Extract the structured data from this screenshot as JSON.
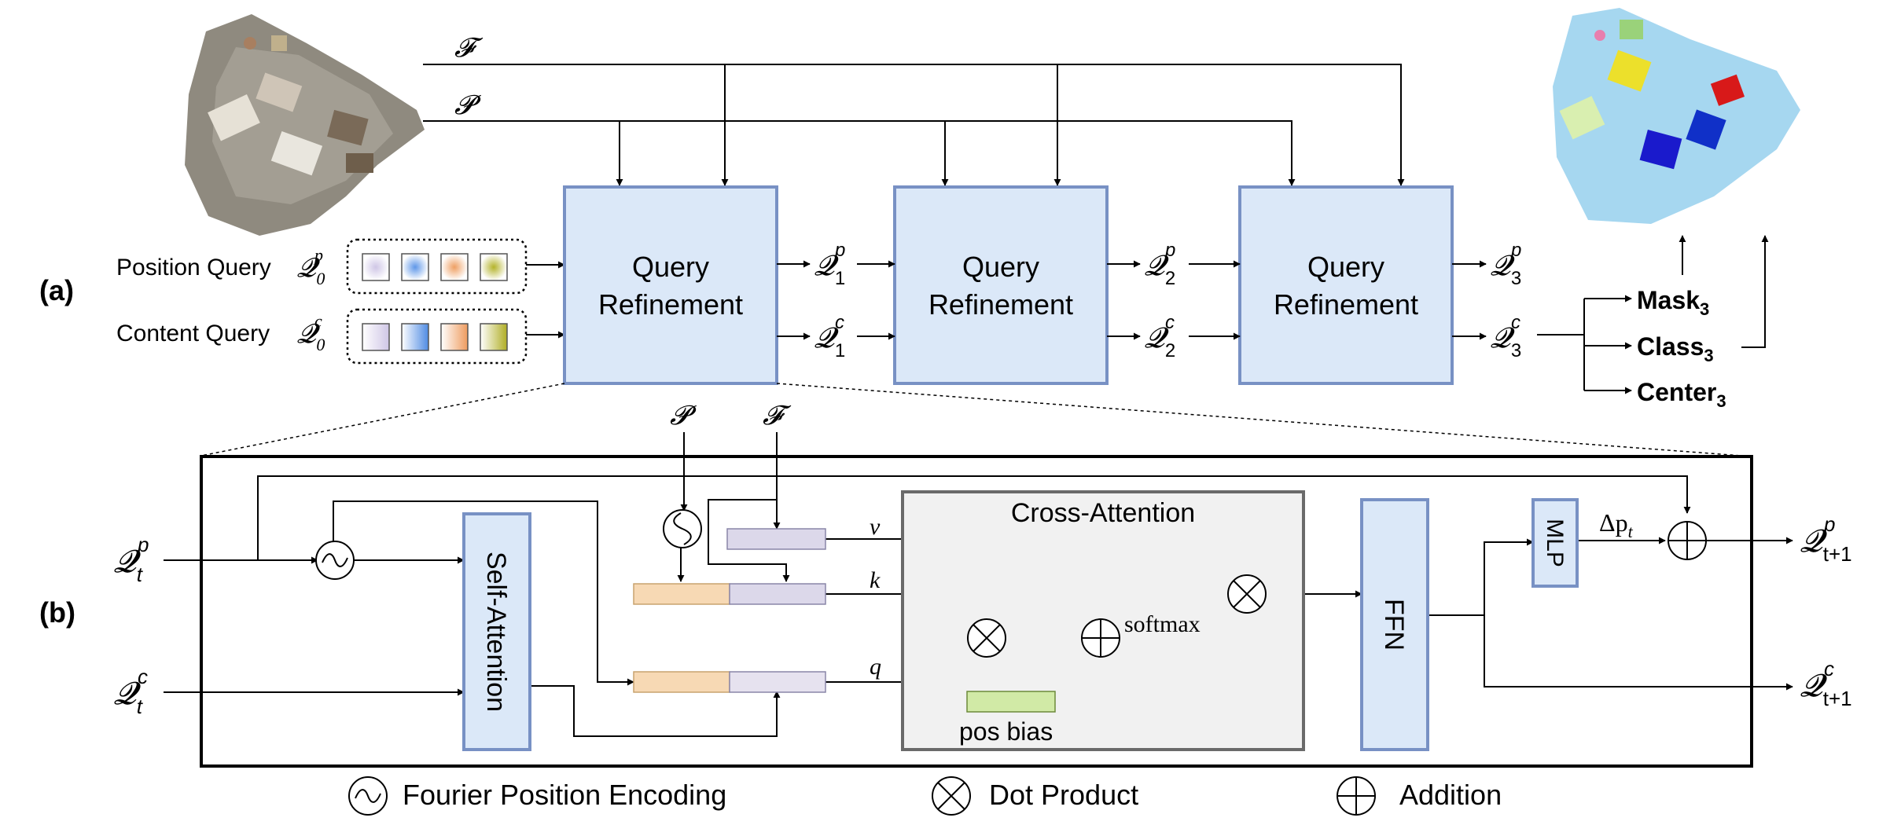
{
  "panels": {
    "a": "(a)",
    "b": "(b)"
  },
  "inputs": {
    "F": "𝓕",
    "P": "𝓟",
    "position_label": "Position Query",
    "position_symbol": "𝓠",
    "position_sub": "0",
    "position_sup": "p",
    "content_label": "Content Query",
    "content_symbol": "𝓠",
    "content_sub": "0",
    "content_sup": "c"
  },
  "refinement": {
    "line1": "Query",
    "line2": "Refinement"
  },
  "stage_outputs": [
    {
      "sym": "𝓠",
      "p_sub": "1",
      "p_sup": "p",
      "c_sub": "1",
      "c_sup": "c"
    },
    {
      "sym": "𝓠",
      "p_sub": "2",
      "p_sup": "p",
      "c_sub": "2",
      "c_sup": "c"
    },
    {
      "sym": "𝓠",
      "p_sub": "3",
      "p_sup": "p",
      "c_sub": "3",
      "c_sup": "c"
    }
  ],
  "heads": [
    {
      "label": "Mask",
      "sub": "3"
    },
    {
      "label": "Class",
      "sub": "3"
    },
    {
      "label": "Center",
      "sub": "3"
    }
  ],
  "detail": {
    "qp_in": {
      "sym": "𝓠",
      "sub": "t",
      "sup": "p"
    },
    "qc_in": {
      "sym": "𝓠",
      "sub": "t",
      "sup": "c"
    },
    "qp_out": {
      "sym": "𝓠",
      "sub": "t+1",
      "sup": "p"
    },
    "qc_out": {
      "sym": "𝓠",
      "sub": "t+1",
      "sup": "c"
    },
    "P": "𝓟",
    "F": "𝓕",
    "self_attention": "Self-Attention",
    "cross_attention": "Cross-Attention",
    "v": "v",
    "k": "k",
    "q": "q",
    "softmax": "softmax",
    "pos_bias": "pos bias",
    "ffn": "FFN",
    "mlp": "MLP",
    "delta": "Δp",
    "delta_sub": "t"
  },
  "legend": {
    "fourier": "Fourier Position Encoding",
    "dot": "Dot Product",
    "add": "Addition"
  },
  "colors": {
    "block_fill": "#dbe8f8",
    "block_stroke": "#7891c4",
    "orange_token": "#f7d9b4",
    "lavender_token": "#dcd8ea",
    "green_token": "#d1eaa6",
    "cross_fill": "#f1f1f1"
  }
}
